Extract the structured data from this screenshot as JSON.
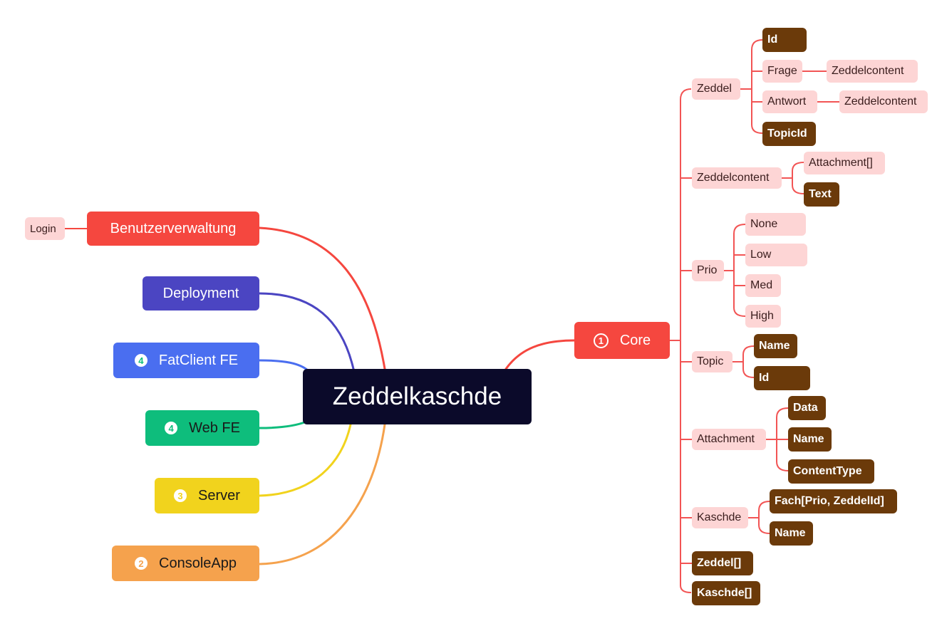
{
  "root": {
    "label": "Zeddelkaschde"
  },
  "left_branches": {
    "benutzerverwaltung": {
      "label": "Benutzerverwaltung",
      "color": "#f5473f",
      "children": [
        "Login"
      ]
    },
    "deployment": {
      "label": "Deployment",
      "color": "#4b45c2"
    },
    "fatclient": {
      "badge": "4",
      "label": "FatClient FE",
      "color": "#4a6ef0"
    },
    "webfe": {
      "badge": "4",
      "label": "Web FE",
      "color": "#0ebd7c"
    },
    "server": {
      "badge": "3",
      "label": "Server",
      "color": "#f1d31d"
    },
    "consoleapp": {
      "badge": "2",
      "label": "ConsoleApp",
      "color": "#f5a24d"
    }
  },
  "core": {
    "badge": "1",
    "label": "Core",
    "color": "#f5473f",
    "zeddel": {
      "label": "Zeddel",
      "id": "Id",
      "frage": "Frage",
      "frage_content": "Zeddelcontent",
      "antwort": "Antwort",
      "antwort_content": "Zeddelcontent",
      "topicid": "TopicId"
    },
    "zeddelcontent": {
      "label": "Zeddelcontent",
      "attachment": "Attachment[]",
      "text": "Text"
    },
    "prio": {
      "label": "Prio",
      "none": "None",
      "low": "Low",
      "med": "Med",
      "high": "High"
    },
    "topic": {
      "label": "Topic",
      "name": "Name",
      "id": "Id"
    },
    "attachment": {
      "label": "Attachment",
      "data": "Data",
      "name": "Name",
      "contenttype": "ContentType"
    },
    "kaschde": {
      "label": "Kaschde",
      "fach": "Fach[Prio, ZeddelId]",
      "name": "Name"
    },
    "zeddel_list": "Zeddel[]",
    "kaschde_list": "Kaschde[]"
  }
}
